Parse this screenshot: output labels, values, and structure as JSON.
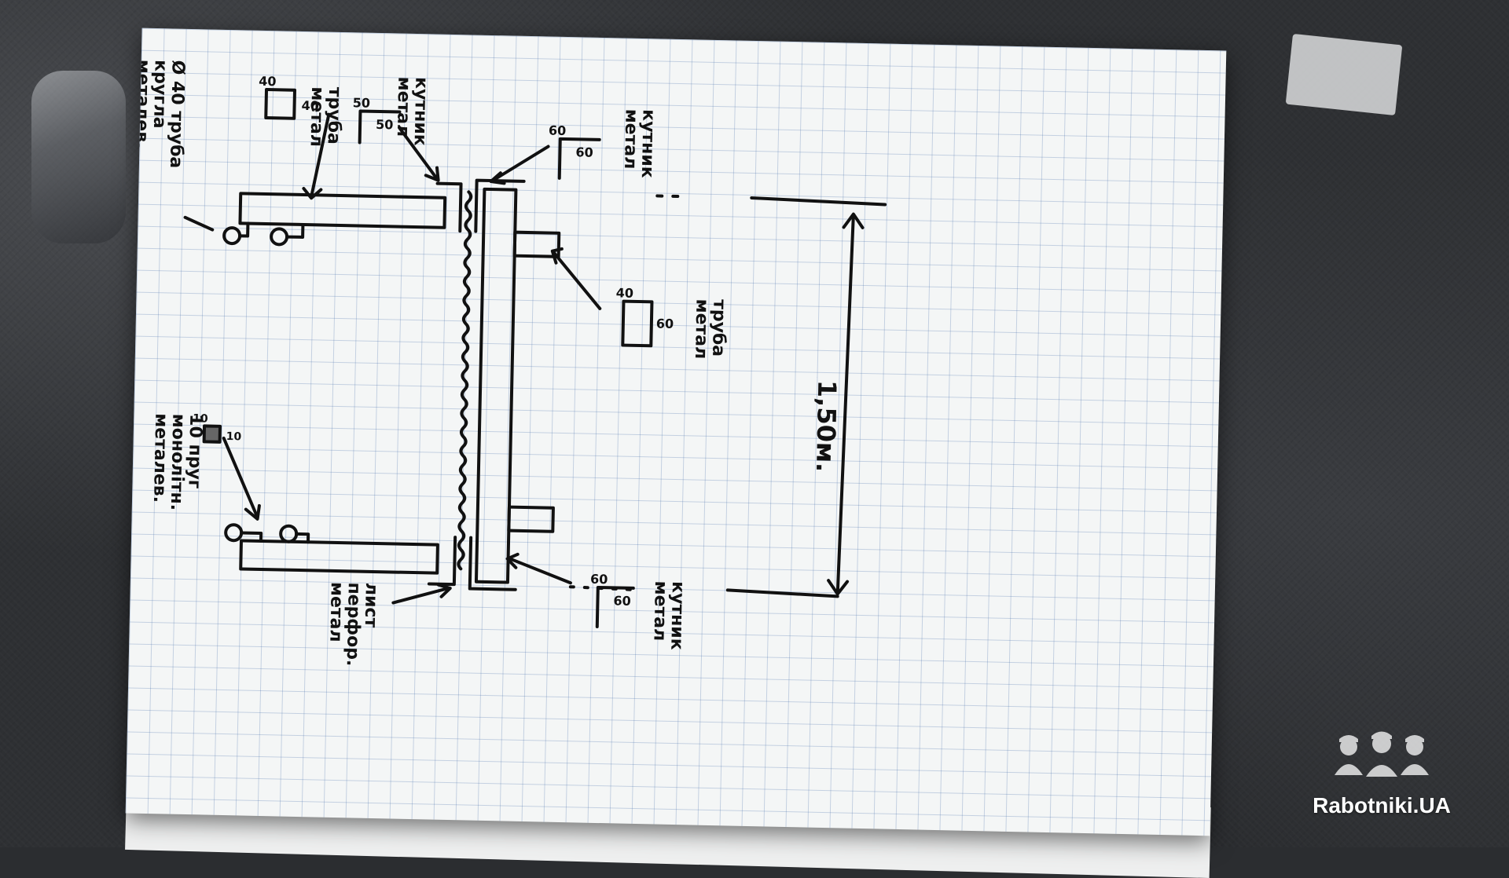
{
  "sketch": {
    "label_rod": [
      "10 пруг",
      "монолітн.",
      "металев."
    ],
    "label_rod_dim_w": "10",
    "label_rod_dim_h": "10",
    "label_pipe_round": [
      "Ø 40 труба",
      "кругла",
      "металев."
    ],
    "label_square_pipe_top": [
      "труба",
      "метал"
    ],
    "label_square_pipe_top_dims": [
      "40",
      "40"
    ],
    "label_angle_top": [
      "кутник",
      "метал"
    ],
    "label_angle_top_dims": [
      "50",
      "50"
    ],
    "label_angle_right": [
      "кутник",
      "метал"
    ],
    "label_angle_right_dims": [
      "60",
      "60"
    ],
    "label_pipe_rect": [
      "труба",
      "метал"
    ],
    "label_pipe_rect_dims": [
      "40",
      "60"
    ],
    "label_angle_bottom": [
      "кутник",
      "метал"
    ],
    "label_angle_bottom_dims": [
      "60",
      "60"
    ],
    "label_sheet": [
      "лист",
      "перфор.",
      "метал"
    ],
    "label_length": "1,50м."
  },
  "watermark": {
    "text": "Rabotniki.UA"
  },
  "colors": {
    "ink": "#111111",
    "grid": "#466eaa",
    "paper": "#f4f6f6",
    "cover": "#2b4e8f"
  }
}
